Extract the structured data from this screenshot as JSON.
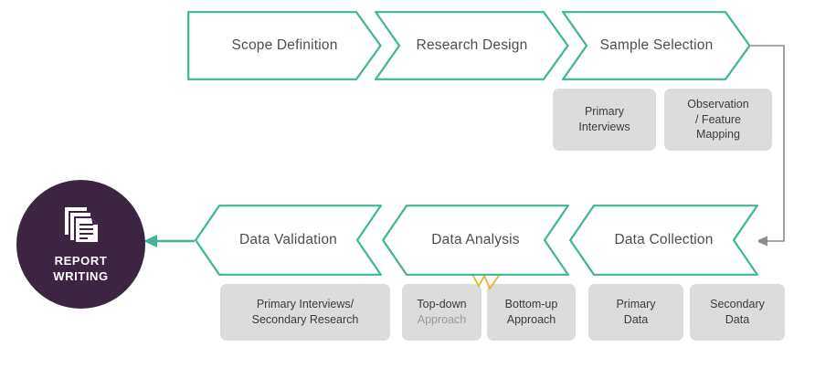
{
  "diagram": {
    "title": "Research Methodology Process Flow",
    "colors": {
      "chevron_stroke": "#3fb496",
      "chevron_fill": "#ffffff",
      "box_fill": "#dcdcdc",
      "box_text": "#3b3b3b",
      "box_text_dim": "#9a9a9a",
      "circle_fill": "#3c2540",
      "circle_text": "#ffffff",
      "connector_gray": "#8c8c8c",
      "marker_yellow": "#e8b72e",
      "step_text": "#4d4d4d",
      "background": "#ffffff"
    },
    "top_row": {
      "direction": "left-to-right",
      "steps": [
        {
          "label": "Scope Definition"
        },
        {
          "label": "Research Design"
        },
        {
          "label": "Sample Selection"
        }
      ]
    },
    "top_boxes": [
      {
        "lines": [
          "Primary",
          "Interviews"
        ]
      },
      {
        "lines": [
          "Observation",
          "/ Feature",
          "Mapping"
        ]
      }
    ],
    "bottom_row": {
      "direction": "right-to-left",
      "steps": [
        {
          "label": "Data Validation"
        },
        {
          "label": "Data Analysis"
        },
        {
          "label": "Data Collection"
        }
      ]
    },
    "bottom_boxes": [
      {
        "lines": [
          "Primary Interviews/",
          "Secondary Research"
        ],
        "dim_lines": []
      },
      {
        "lines": [
          "Top-down",
          "Approach"
        ],
        "dim_lines": [
          "Approach"
        ]
      },
      {
        "lines": [
          "Bottom-up",
          "Approach"
        ],
        "dim_lines": []
      },
      {
        "lines": [
          "Primary",
          "Data"
        ],
        "dim_lines": []
      },
      {
        "lines": [
          "Secondary",
          "Data"
        ],
        "dim_lines": []
      }
    ],
    "output_node": {
      "line1": "REPORT",
      "line2": "WRITING",
      "icon": "stacked-documents-icon"
    },
    "connectors": [
      {
        "name": "sample-selection-to-data-collection",
        "style": "gray-elbow-arrow"
      },
      {
        "name": "data-validation-to-report-writing",
        "style": "teal-arrow"
      }
    ],
    "markers": [
      {
        "name": "annotation-triangle-1",
        "shape": "triangle-down-outline"
      },
      {
        "name": "annotation-triangle-2",
        "shape": "triangle-down-outline"
      }
    ]
  }
}
